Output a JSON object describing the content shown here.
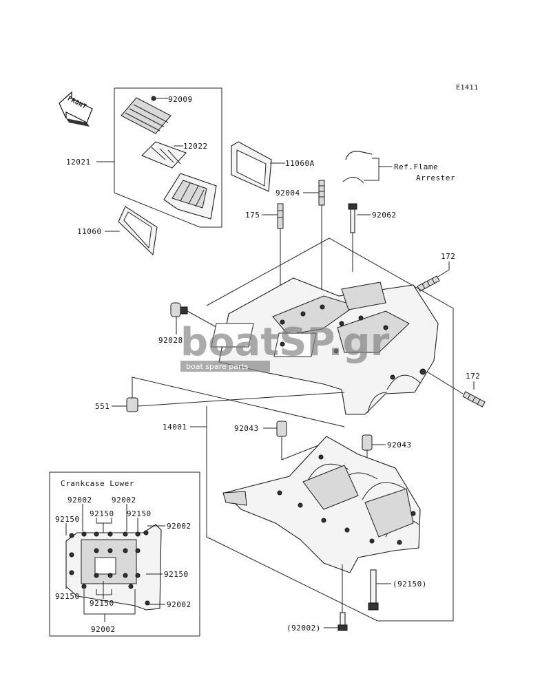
{
  "diagram_code": "E1411",
  "front_arrow_label": "FRONT",
  "ref_note": {
    "line1": "Ref.Flame",
    "line2": "Arrester"
  },
  "parts": {
    "p92009": "92009",
    "p12022": "12022",
    "p12021": "12021",
    "p11060A": "11060A",
    "p11060": "11060",
    "p92004": "92004",
    "p175": "175",
    "p92062": "92062",
    "p172a": "172",
    "p172b": "172",
    "p92028": "92028",
    "p551": "551",
    "p14001": "14001",
    "p92043a": "92043",
    "p92043b": "92043",
    "p92150_paren": "(92150)",
    "p92002_paren": "(92002)"
  },
  "inset": {
    "title": "Crankcase Lower",
    "l1": "92002",
    "l2": "92002",
    "l3": "92150",
    "l4": "92150",
    "l5": "92150",
    "l6": "92002",
    "l7": "92150",
    "l8": "92150",
    "l9": "92150",
    "l10": "92002",
    "l11": "92002"
  },
  "watermark": {
    "brand": "boatSP.gr",
    "tagline": "boat spare parts"
  }
}
